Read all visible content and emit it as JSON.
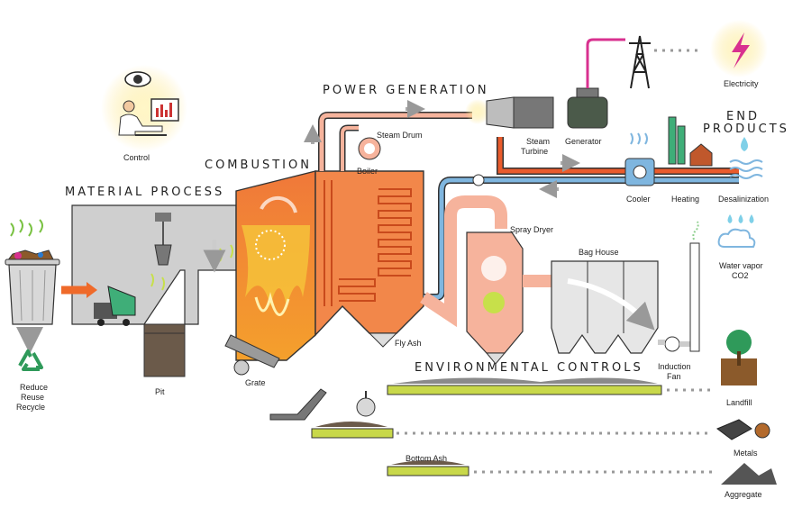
{
  "sections": {
    "material_process": "MATERIAL PROCESS",
    "combustion": "COMBUSTION",
    "power_generation": "POWER GENERATION",
    "end_products": [
      "END",
      "PRODUCTS"
    ],
    "environmental_controls": "ENVIRONMENTAL CONTROLS"
  },
  "labels": {
    "control": "Control",
    "reduce": "Reduce",
    "reuse": "Reuse",
    "recycle": "Recycle",
    "pit": "Pit",
    "grate": "Grate",
    "steam_drum": "Steam Drum",
    "boiler": "Boiler",
    "steam": "Steam",
    "turbine": "Turbine",
    "generator": "Generator",
    "electricity": "Electricity",
    "cooler": "Cooler",
    "heating": "Heating",
    "desalinization": "Desalinization",
    "water_vapor": "Water vapor",
    "co2": "CO2",
    "spray_dryer": "Spray Dryer",
    "bag_house": "Bag House",
    "fly_ash": "Fly Ash",
    "induction": "Induction",
    "fan": "Fan",
    "landfill": "Landfill",
    "metals": "Metals",
    "aggregate": "Aggregate",
    "bottom_ash": "Bottom Ash"
  },
  "colors": {
    "furnace": "#ef6a2a",
    "flame": "#f6c23a",
    "pipe_hot": "#ea5b2c",
    "pipe_cool": "#7fb6df",
    "salmon": "#f6b39c",
    "gray": "#a9a9a9",
    "conveyor": "#c8d84a",
    "accent_green": "#2f9a5a",
    "magenta": "#d8318f",
    "sun": "#fde27a"
  },
  "icons": [
    "eye-icon",
    "recycle-icon",
    "lightning-icon",
    "tree-icon",
    "house-icon",
    "cloud-icon",
    "droplet-icon"
  ]
}
